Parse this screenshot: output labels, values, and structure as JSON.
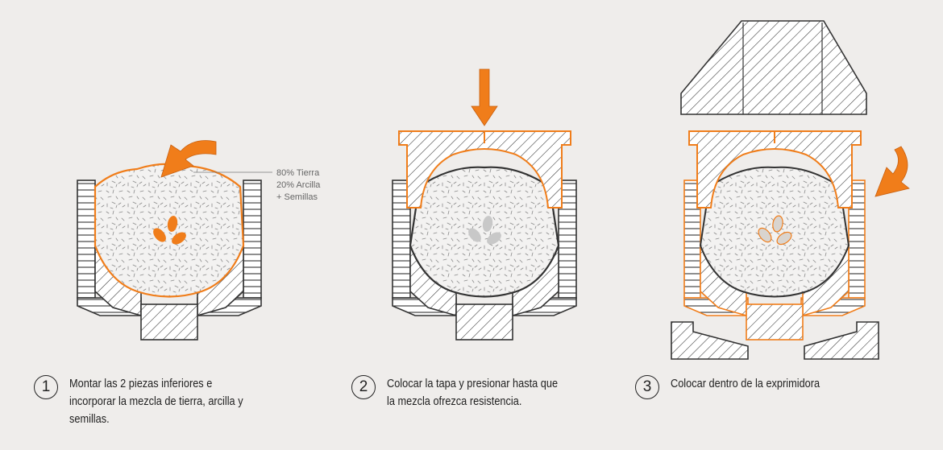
{
  "mixture_label": {
    "line1": "80% Tierra",
    "line2": "20% Arcilla",
    "line3": "+ Semillas"
  },
  "steps": [
    {
      "number": "1",
      "text": "Montar las 2 piezas inferiores e\nincorporar la mezcla de tierra, arcilla y\nsemillas."
    },
    {
      "number": "2",
      "text": "Colocar la tapa y presionar hasta que\nla mezcla ofrezca resistencia."
    },
    {
      "number": "3",
      "text": "Colocar dentro de la exprimidora"
    }
  ],
  "colors": {
    "background": "#efedeb",
    "accent_orange": "#f07d1a",
    "outline_dark": "#333333",
    "soil_fill": "#f3f2f1"
  }
}
